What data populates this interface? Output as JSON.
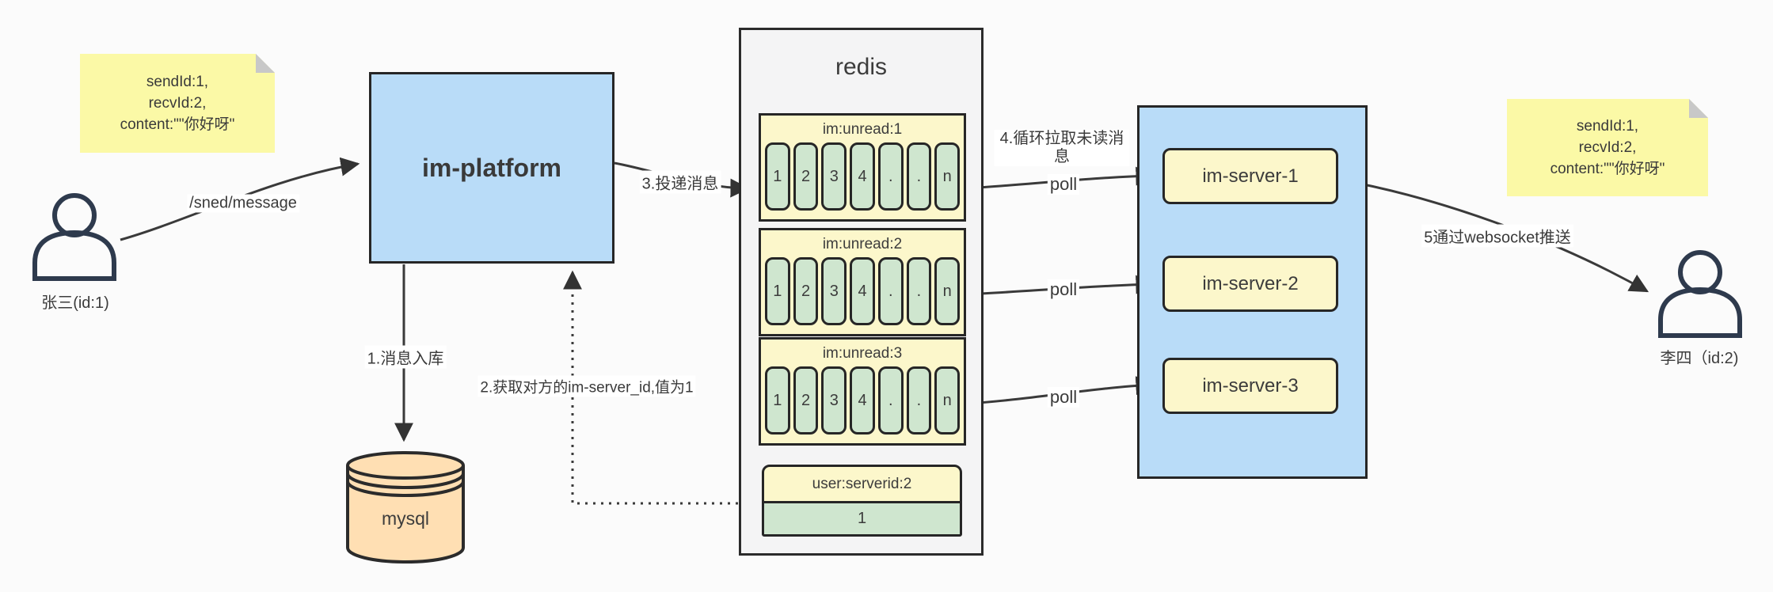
{
  "notes": {
    "left": {
      "line1": "sendId:1,",
      "line2": "recvId:2,",
      "line3": "content:\"\"你好呀\""
    },
    "right": {
      "line1": "sendId:1,",
      "line2": "recvId:2,",
      "line3": "content:\"\"你好呀\""
    }
  },
  "users": {
    "sender": {
      "label": "张三(id:1)"
    },
    "receiver": {
      "label": "李四（id:2)"
    }
  },
  "nodes": {
    "platform": {
      "label": "im-platform"
    },
    "mysql": {
      "label": "mysql"
    },
    "redis": {
      "title": "redis",
      "queues": [
        {
          "title": "im:unread:1",
          "cells": [
            "1",
            "2",
            "3",
            "4",
            ".",
            ".",
            "n"
          ]
        },
        {
          "title": "im:unread:2",
          "cells": [
            "1",
            "2",
            "3",
            "4",
            ".",
            ".",
            "n"
          ]
        },
        {
          "title": "im:unread:3",
          "cells": [
            "1",
            "2",
            "3",
            "4",
            ".",
            ".",
            "n"
          ]
        }
      ],
      "server_map": {
        "title": "user:serverid:2",
        "value": "1"
      }
    },
    "server_group": {
      "servers": [
        {
          "label": "im-server-1"
        },
        {
          "label": "im-server-2"
        },
        {
          "label": "im-server-3"
        }
      ]
    }
  },
  "edges": {
    "send_path": "/sned/message",
    "step1": "1.消息入库",
    "step2": "2.获取对方的im-server_id,值为1",
    "step3": "3.投递消息",
    "step4": "4.循环拉取未读消息",
    "step5": "5通过websocket推送",
    "poll": "poll"
  },
  "colors": {
    "node_blue": "#B9DCF8",
    "node_yellow": "#FCF7CB",
    "node_green": "#CFE6CF",
    "sticky_yellow": "#FBF9A6",
    "mysql_orange": "#FFDFB3",
    "container_gray": "#F4F4F5",
    "border_dark": "#262626",
    "arrow_dark": "#3A3A3A"
  }
}
